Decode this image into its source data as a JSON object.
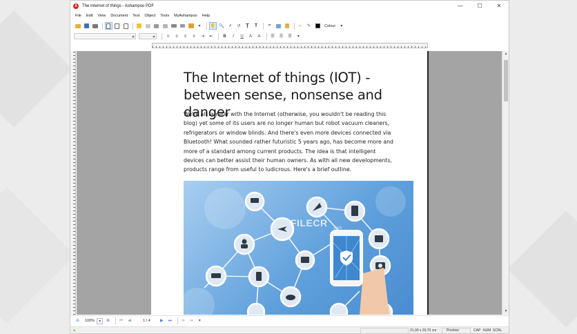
{
  "window": {
    "title": "The Internet of things - Ashampoo PDF",
    "controls": {
      "minimize": "—",
      "maximize": "☐",
      "close": "✕"
    }
  },
  "menu": [
    "File",
    "Edit",
    "View",
    "Document",
    "Text",
    "Object",
    "Tools",
    "MyAshampoo",
    "Help"
  ],
  "toolbar": {
    "colour_label": "Colour",
    "colour_value": "#000000",
    "format_buttons": [
      "B",
      "I",
      "U",
      "A",
      "A"
    ]
  },
  "document": {
    "title": "The Internet of things (IOT) - between sense, nonsense and danger",
    "body": "We're all familiar with the Internet (otherwise, you wouldn't be reading this blog) yet some of its users are no longer human but robot vacuum cleaners, refrigerators or window blinds. And there's even more devices connected via Bluetooth! What sounded rather futuristic 5 years ago, has become more and more of a standard among current products. The idea is that intelligent devices can better assist their human owners. As with all new developments, products range from useful to ludicrous. Here's a brief outline.",
    "watermark": "FILECR",
    "watermark_sub": ".com"
  },
  "navigation": {
    "zoom": "100%",
    "page_indicator": "1 / 4"
  },
  "status": {
    "page_size": "21,00 x 29,70 cm",
    "mode": "Preview",
    "indicators": [
      "CAP",
      "NUM",
      "SCRL"
    ]
  },
  "colors": {
    "accent": "#4a7fc0",
    "canvas": "#a4a4a4",
    "image_blue": "#5e9fdc"
  }
}
